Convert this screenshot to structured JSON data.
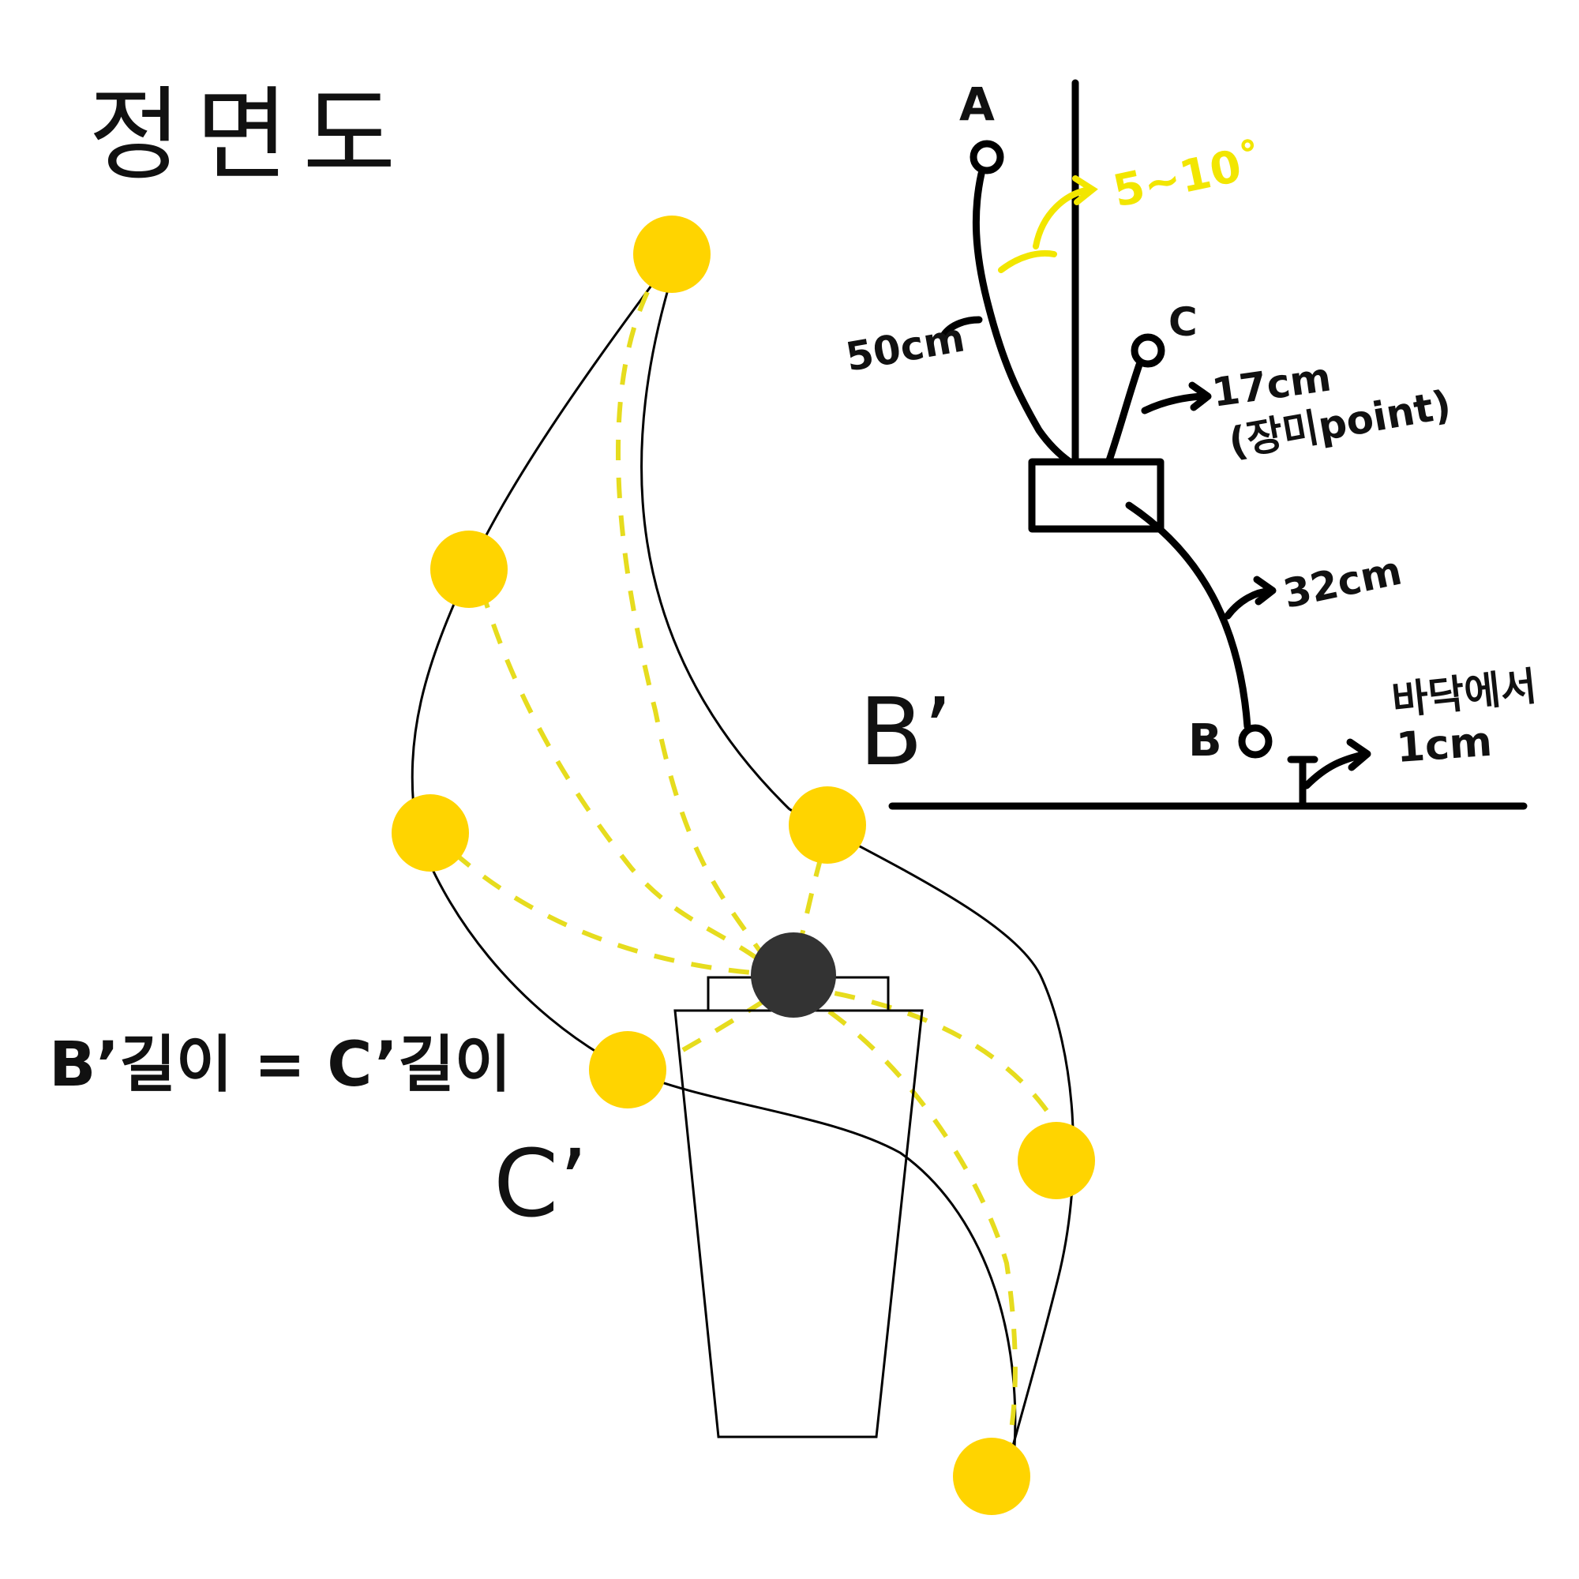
{
  "title": "정면도",
  "labels": {
    "b_prime": "B’",
    "c_prime": "C’",
    "equation": "B’길이 = C’길이"
  },
  "side_view": {
    "point_a": "A",
    "point_b": "B",
    "point_c": "C",
    "angle": "5~10˚",
    "len_a": "50cm",
    "len_c": "17cm",
    "len_c_note": "(장미point)",
    "len_b": "32cm",
    "floor_note_1": "바닥에서",
    "floor_note_2": "1cm"
  },
  "colors": {
    "flower": "#ffd400",
    "center": "#333333",
    "dash": "#e6dc1e",
    "annotation_yellow": "#f2e600",
    "ink": "#000000"
  }
}
